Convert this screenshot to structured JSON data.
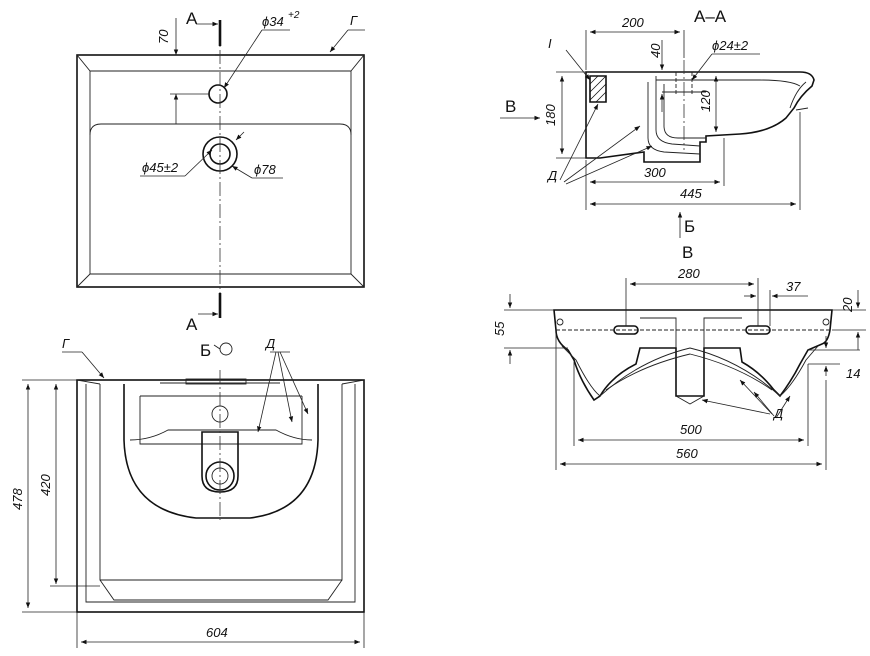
{
  "top_view": {
    "section_mark_top": "А",
    "section_mark_bottom": "А",
    "dim_70": "70",
    "dim_d34": "ϕ34",
    "dim_d34_tol": "+2",
    "dim_d45": "ϕ45±2",
    "dim_d78": "ϕ78",
    "label_g": "Г"
  },
  "front_view": {
    "view_b_label": "Б",
    "label_g": "Г",
    "label_d": "Д",
    "dim_478": "478",
    "dim_420": "420",
    "dim_604": "604"
  },
  "section_aa": {
    "title": "А–А",
    "dim_200": "200",
    "dim_40": "40",
    "dim_d24": "ϕ24±2",
    "dim_180": "180",
    "dim_120": "120",
    "dim_300": "300",
    "dim_445": "445",
    "label_i": "I",
    "label_v": "В",
    "label_d": "Д",
    "arrow_b": "Б"
  },
  "view_v": {
    "title": "В",
    "dim_280": "280",
    "dim_37": "37",
    "dim_20": "20",
    "dim_55": "55",
    "dim_14": "14",
    "dim_500": "500",
    "dim_560": "560",
    "label_d": "Д"
  }
}
